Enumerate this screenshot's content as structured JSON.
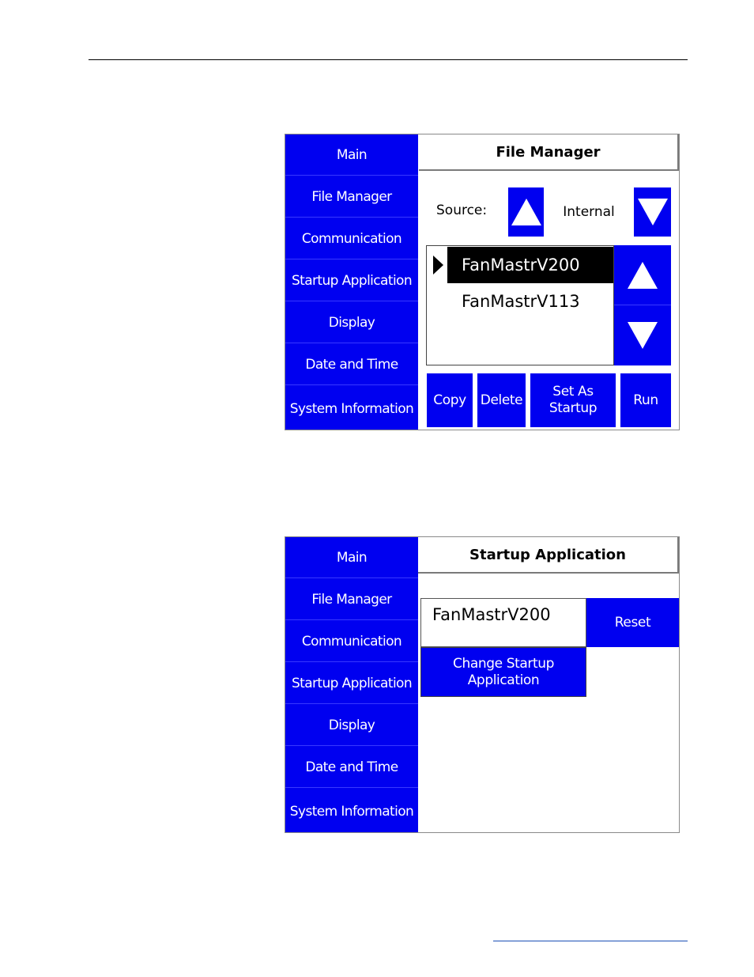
{
  "nav_items": [
    "Main",
    "File Manager",
    "Communication",
    "Startup Application",
    "Display",
    "Date and Time",
    "System Information"
  ],
  "file_manager": {
    "title": "File Manager",
    "source_label": "Source:",
    "source_value": "Internal",
    "files": [
      "FanMastrV200",
      "FanMastrV113"
    ],
    "selected_index": 0,
    "buttons": {
      "copy": "Copy",
      "delete": "Delete",
      "set_startup_line1": "Set As",
      "set_startup_line2": "Startup",
      "run": "Run"
    }
  },
  "startup_application": {
    "title": "Startup Application",
    "current_app": "FanMastrV200",
    "reset_label": "Reset",
    "change_line1": "Change Startup",
    "change_line2": "Application"
  },
  "colors": {
    "button_blue": "#0000f0",
    "text_white": "#ffffff"
  }
}
